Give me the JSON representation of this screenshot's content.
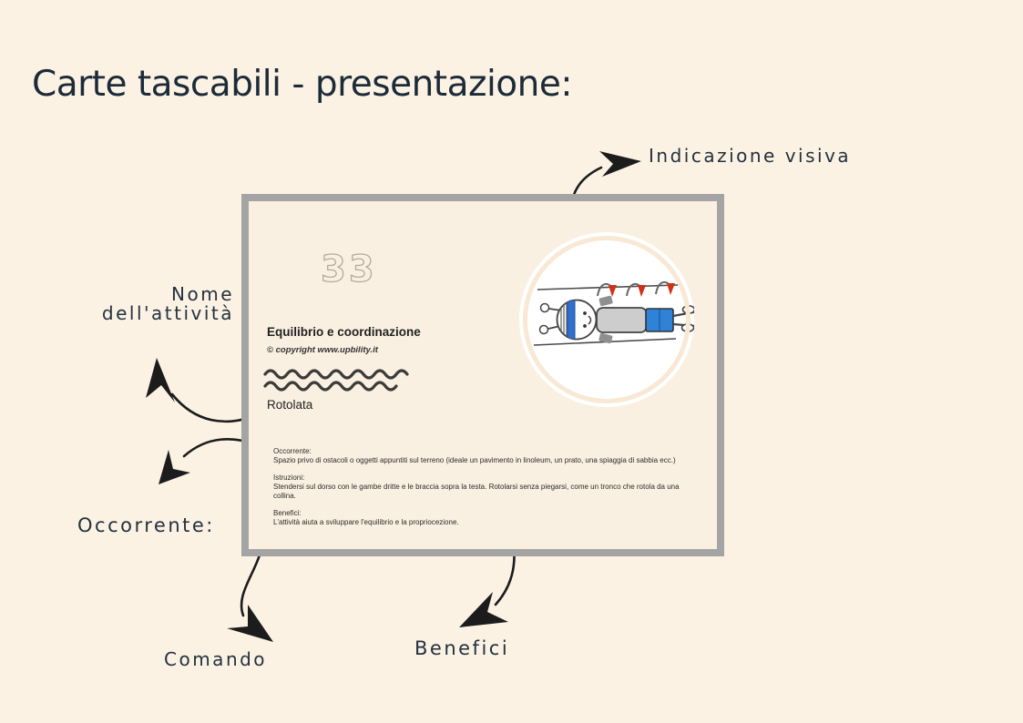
{
  "page": {
    "title": "Carte tascabili - presentazione:"
  },
  "card": {
    "number": "33",
    "category": "Equilibrio e coordinazione",
    "copyright": "© copyright www.upbility.it",
    "activity_name": "Rotolata",
    "sections": [
      {
        "label": "Occorrente:",
        "text": "Spazio privo di ostacoli o oggetti appuntiti sul terreno (ideale un pavimento in linoleum, un prato, una spiaggia di sabbia ecc.)"
      },
      {
        "label": "Istruzioni:",
        "text": "Stendersi sul dorso con le gambe dritte e le braccia sopra la testa. Rotolarsi senza piegarsi, come un tronco che rotola da una collina."
      },
      {
        "label": "Benefici:",
        "text": "L'attività aiuta a sviluppare l'equilibrio e la propriocezione."
      }
    ]
  },
  "annotations": {
    "visual_indication": "Indicazione visiva",
    "activity_name_line1": "Nome",
    "activity_name_line2": "dell'attività",
    "needed": "Occorrente:",
    "command": "Comando",
    "benefits": "Benefici"
  },
  "colors": {
    "background": "#fbf2e4",
    "card_background": "#faf0e1",
    "card_border": "#a4a4a4",
    "title_text": "#1d2b39",
    "annotation_text": "#24313f",
    "arrow_ink": "#1c1c1c",
    "card_number_outline": "#b5aa9c",
    "circle_ring": "#f8e8d4",
    "illustration_blue": "#2f82d8",
    "illustration_red": "#cf3018"
  }
}
